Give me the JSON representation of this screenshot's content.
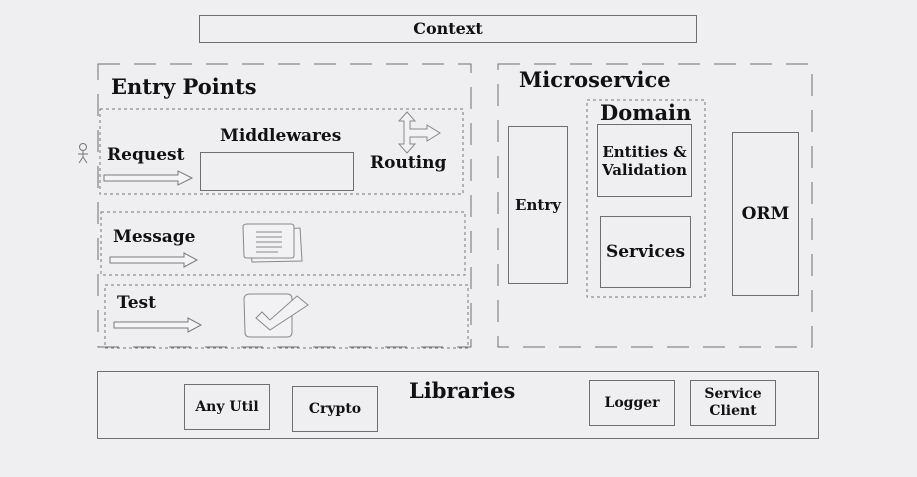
{
  "context": {
    "label": "Context"
  },
  "entry_points": {
    "title": "Entry Points",
    "request": {
      "label": "Request",
      "middlewares_label": "Middlewares",
      "routing_label": "Routing"
    },
    "message": {
      "label": "Message"
    },
    "test": {
      "label": "Test"
    }
  },
  "microservice": {
    "title": "Microservice",
    "entry_label": "Entry",
    "domain": {
      "title": "Domain",
      "entities_label_line1": "Entities &",
      "entities_label_line2": "Validation",
      "services_label": "Services"
    },
    "orm_label": "ORM"
  },
  "libraries": {
    "title": "Libraries",
    "any_util_label": "Any Util",
    "crypto_label": "Crypto",
    "logger_label": "Logger",
    "service_client_line1": "Service",
    "service_client_line2": "Client"
  },
  "icons": {
    "user": "user-stick-figure-icon",
    "routing": "routing-arrows-icon",
    "message": "message-document-icon",
    "test": "checkbox-check-icon",
    "arrow": "right-arrow-icon"
  },
  "colors": {
    "background": "#efeff1",
    "stroke": "#6f6f6f",
    "text": "#111111"
  }
}
